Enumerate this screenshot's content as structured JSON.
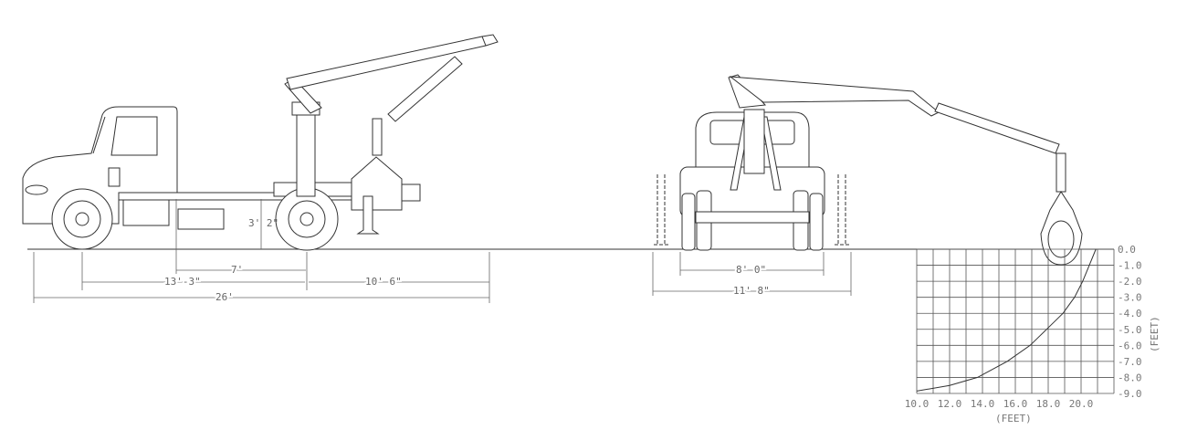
{
  "side_view": {
    "dimensions": {
      "frame_height": "3' 2\"",
      "reach_to_rear_axle": "7'",
      "wheelbase": "13'-3\"",
      "rear_overhang": "10' 6\"",
      "overall_length": "26'"
    }
  },
  "front_view": {
    "dimensions": {
      "track_width": "8' 0\"",
      "outrigger_spread": "11' 8\""
    }
  },
  "reach_chart": {
    "x_label": "(FEET)",
    "y_label": "(FEET)",
    "x_ticks": [
      "10.0",
      "12.0",
      "14.0",
      "16.0",
      "18.0",
      "20.0"
    ],
    "y_ticks": [
      "0.0",
      "-1.0",
      "-2.0",
      "-3.0",
      "-4.0",
      "-5.0",
      "-6.0",
      "-7.0",
      "-8.0",
      "-9.0"
    ],
    "x_range": [
      10,
      22
    ],
    "y_range": [
      -9,
      0
    ],
    "grid": true,
    "curve": [
      [
        10,
        -8.85
      ],
      [
        12,
        -8.5
      ],
      [
        13.7,
        -8
      ],
      [
        15.5,
        -7
      ],
      [
        16.9,
        -6
      ],
      [
        17.9,
        -5
      ],
      [
        18.9,
        -4
      ],
      [
        19.6,
        -3
      ],
      [
        20.1,
        -2
      ],
      [
        20.5,
        -1
      ],
      [
        20.9,
        0
      ]
    ]
  }
}
